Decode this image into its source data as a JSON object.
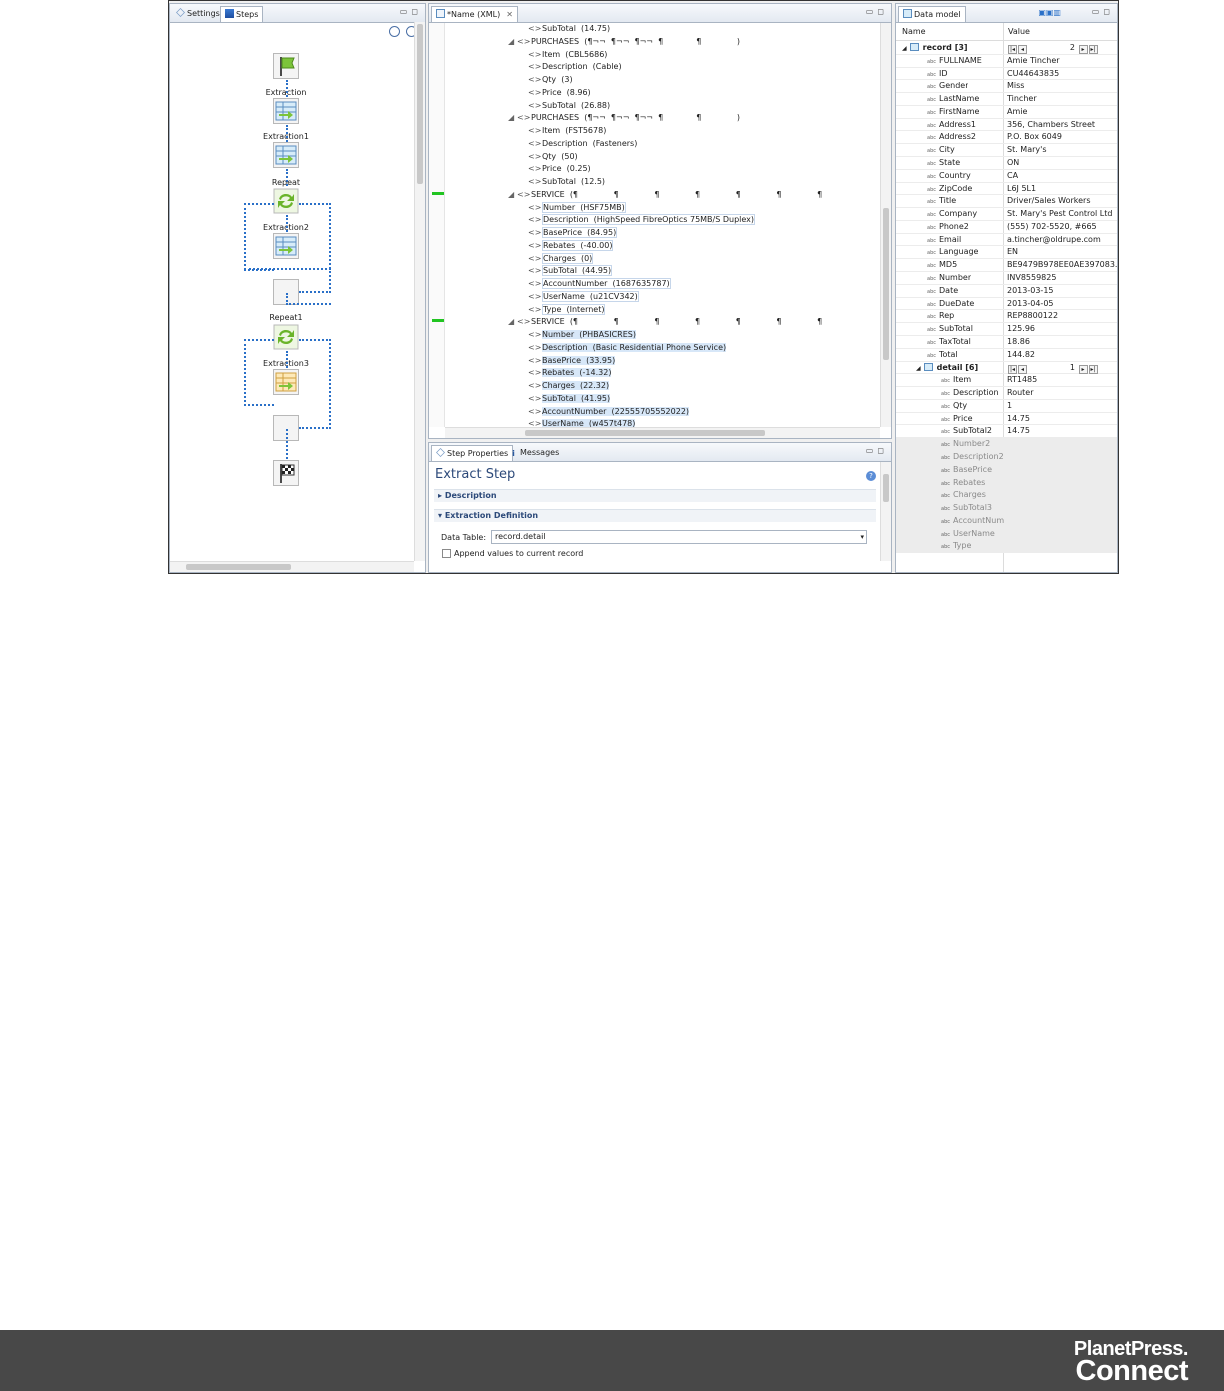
{
  "steps_panel": {
    "tabs": [
      "Settings",
      "Steps"
    ],
    "steps": [
      {
        "label": "Extraction",
        "icon": "extract-icon"
      },
      {
        "label": "Extraction1",
        "icon": "extract-icon"
      },
      {
        "label": "Repeat",
        "icon": "repeat-icon"
      },
      {
        "label": "Extraction2",
        "icon": "extract-icon"
      },
      {
        "label": "Repeat1",
        "icon": "repeat-icon"
      },
      {
        "label": "Extraction3",
        "icon": "extract-icon"
      }
    ]
  },
  "xml_panel": {
    "tab": "*Name (XML)",
    "lines": [
      {
        "indent": 2,
        "toggle": "",
        "text": "SubTotal  (14.75)",
        "hl": ""
      },
      {
        "indent": 1,
        "toggle": "◢",
        "text": "PURCHASES  (¶¬¬  ¶¬¬  ¶¬¬  ¶             ¶              )",
        "hl": ""
      },
      {
        "indent": 2,
        "toggle": "",
        "text": "Item  (CBL5686)",
        "hl": ""
      },
      {
        "indent": 2,
        "toggle": "",
        "text": "Description  (Cable)",
        "hl": ""
      },
      {
        "indent": 2,
        "toggle": "",
        "text": "Qty  (3)",
        "hl": ""
      },
      {
        "indent": 2,
        "toggle": "",
        "text": "Price  (8.96)",
        "hl": ""
      },
      {
        "indent": 2,
        "toggle": "",
        "text": "SubTotal  (26.88)",
        "hl": ""
      },
      {
        "indent": 1,
        "toggle": "◢",
        "text": "PURCHASES  (¶¬¬  ¶¬¬  ¶¬¬  ¶             ¶              )",
        "hl": ""
      },
      {
        "indent": 2,
        "toggle": "",
        "text": "Item  (FST5678)",
        "hl": ""
      },
      {
        "indent": 2,
        "toggle": "",
        "text": "Description  (Fasteners)",
        "hl": ""
      },
      {
        "indent": 2,
        "toggle": "",
        "text": "Qty  (50)",
        "hl": ""
      },
      {
        "indent": 2,
        "toggle": "",
        "text": "Price  (0.25)",
        "hl": ""
      },
      {
        "indent": 2,
        "toggle": "",
        "text": "SubTotal  (12.5)",
        "hl": ""
      },
      {
        "indent": 1,
        "toggle": "◢",
        "text": "SERVICE  (¶              ¶              ¶              ¶              ¶              ¶              ¶",
        "hl": ""
      },
      {
        "indent": 2,
        "toggle": "",
        "text": "Number  (HSF75MB)",
        "hl": "outline"
      },
      {
        "indent": 2,
        "toggle": "",
        "text": "Description  (HighSpeed FibreOptics 75MB/S Duplex)",
        "hl": "outline"
      },
      {
        "indent": 2,
        "toggle": "",
        "text": "BasePrice  (84.95)",
        "hl": "outline"
      },
      {
        "indent": 2,
        "toggle": "",
        "text": "Rebates  (-40.00)",
        "hl": "outline"
      },
      {
        "indent": 2,
        "toggle": "",
        "text": "Charges  (0)",
        "hl": "outline"
      },
      {
        "indent": 2,
        "toggle": "",
        "text": "SubTotal  (44.95)",
        "hl": "outline"
      },
      {
        "indent": 2,
        "toggle": "",
        "text": "AccountNumber  (1687635787)",
        "hl": "outline"
      },
      {
        "indent": 2,
        "toggle": "",
        "text": "UserName  (u21CV342)",
        "hl": "outline"
      },
      {
        "indent": 2,
        "toggle": "",
        "text": "Type  (Internet)",
        "hl": "outline"
      },
      {
        "indent": 1,
        "toggle": "◢",
        "text": "SERVICE  (¶              ¶              ¶              ¶              ¶              ¶              ¶",
        "hl": ""
      },
      {
        "indent": 2,
        "toggle": "",
        "text": "Number  (PHBASICRES)",
        "hl": "fill"
      },
      {
        "indent": 2,
        "toggle": "",
        "text": "Description  (Basic Residential Phone Service)",
        "hl": "fill"
      },
      {
        "indent": 2,
        "toggle": "",
        "text": "BasePrice  (33.95)",
        "hl": "fill"
      },
      {
        "indent": 2,
        "toggle": "",
        "text": "Rebates  (-14.32)",
        "hl": "fill"
      },
      {
        "indent": 2,
        "toggle": "",
        "text": "Charges  (22.32)",
        "hl": "fill"
      },
      {
        "indent": 2,
        "toggle": "",
        "text": "SubTotal  (41.95)",
        "hl": "fill"
      },
      {
        "indent": 2,
        "toggle": "",
        "text": "AccountNumber  (22555705552022)",
        "hl": "fill"
      },
      {
        "indent": 2,
        "toggle": "",
        "text": "UserName  (w457t478)",
        "hl": "fill"
      }
    ]
  },
  "props_panel": {
    "tabs": [
      "Step Properties",
      "Messages"
    ],
    "title": "Extract Step",
    "sections": [
      "Description",
      "Extraction Definition"
    ],
    "data_table_label": "Data Table:",
    "data_table_value": "record.detail",
    "append_label": "Append values to current record",
    "help_glyph": "?"
  },
  "model_panel": {
    "tab": "Data model",
    "col_name": "Name",
    "col_value": "Value",
    "record_label": "record [3]",
    "record_index": "2",
    "fields": [
      [
        "FULLNAME",
        "Amie Tincher"
      ],
      [
        "ID",
        "CU44643835"
      ],
      [
        "Gender",
        "Miss"
      ],
      [
        "LastName",
        "Tincher"
      ],
      [
        "FirstName",
        "Amie"
      ],
      [
        "Address1",
        "356, Chambers Street"
      ],
      [
        "Address2",
        "P.O. Box 6049"
      ],
      [
        "City",
        "St. Mary's"
      ],
      [
        "State",
        "ON"
      ],
      [
        "Country",
        "CA"
      ],
      [
        "ZipCode",
        "L6J 5L1"
      ],
      [
        "Title",
        "Driver/Sales Workers"
      ],
      [
        "Company",
        "St. Mary's Pest Control Ltd"
      ],
      [
        "Phone2",
        "(555) 702-5520, #665"
      ],
      [
        "Email",
        "a.tincher@oldrupe.com"
      ],
      [
        "Language",
        "EN"
      ],
      [
        "MD5",
        "BE9479B978EE0AE397083..."
      ],
      [
        "Number",
        "INV8559825"
      ],
      [
        "Date",
        "2013-03-15"
      ],
      [
        "DueDate",
        "2013-04-05"
      ],
      [
        "Rep",
        "REP8800122"
      ],
      [
        "SubTotal",
        "125.96"
      ],
      [
        "TaxTotal",
        "18.86"
      ],
      [
        "Total",
        "144.82"
      ]
    ],
    "detail_label": "detail [6]",
    "detail_index": "1",
    "detail_fields": [
      [
        "Item",
        "RT1485"
      ],
      [
        "Description",
        "Router"
      ],
      [
        "Qty",
        "1"
      ],
      [
        "Price",
        "14.75"
      ],
      [
        "SubTotal2",
        "14.75"
      ]
    ],
    "detail_gray_fields": [
      "Number2",
      "Description2",
      "BasePrice",
      "Rebates",
      "Charges",
      "SubTotal3",
      "AccountNum",
      "UserName",
      "Type"
    ],
    "type_badge": "abc"
  },
  "footer": {
    "brand_line1": "PlanetPress.",
    "brand_line2": "Connect",
    "background": "#484848"
  }
}
